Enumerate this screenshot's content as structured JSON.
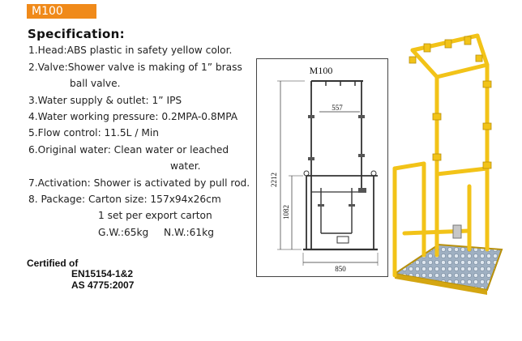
{
  "header": {
    "model_badge": "M100"
  },
  "spec": {
    "title": "Specification:",
    "lines": [
      "1.Head:ABS plastic in safety yellow color.",
      "2.Valve:Shower valve is making of 1” brass",
      "ball valve.",
      "3.Water supply & outlet: 1” IPS",
      "4.Water working pressure: 0.2MPA-0.8MPA",
      "5.Flow control: 11.5L / Min",
      "6.Original water: Clean water or leached",
      "water.",
      "7.Activation: Shower is activated by pull rod.",
      "8. Package: Carton size: 157x94x26cm",
      "1 set per export carton",
      "G.W.:65kg",
      "N.W.:61kg"
    ]
  },
  "certification": {
    "heading": "Certified of",
    "standards": [
      "EN15154-1&2",
      "AS 4775:2007"
    ]
  },
  "drawing": {
    "model": "M100",
    "dimensions": {
      "width_top": "557",
      "height_total": "2212",
      "height_lower": "1082",
      "width_base": "850"
    }
  },
  "colors": {
    "badge": "#f08a1a",
    "frame": "#f2c318",
    "frame_dark": "#b8900a"
  }
}
